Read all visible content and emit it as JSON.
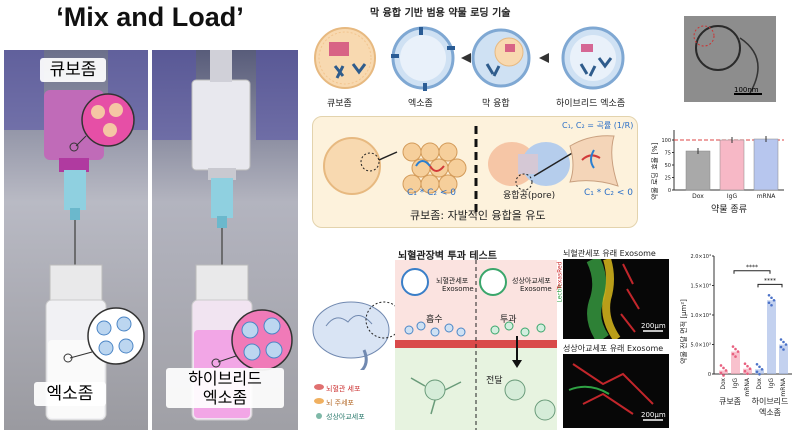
{
  "left": {
    "title": "‘Mix and Load’",
    "photo1_label": "큐보좀",
    "photo1_bottom": "엑소좀",
    "photo2_bottom_line1": "하이브리드",
    "photo2_bottom_line2": "엑소좀"
  },
  "top": {
    "title": "막 융합 기반 범용 약물 로딩 기술",
    "labels": [
      "큐보좀",
      "엑소좀",
      "막 융합",
      "하이브리드 엑소좀"
    ],
    "em_scale": "100nm"
  },
  "mechanism": {
    "left_eq": "C₁ * C₂ < 0",
    "pore_label": "융합공(pore)",
    "curv_label": "C₁, C₂ = 곡률 (1/R)",
    "right_eq": "C₁ * C₂ < 0",
    "caption": "큐보좀: 자발적인 융합을 유도"
  },
  "chart_data": [
    {
      "type": "bar",
      "ylabel": "약물 로딩 효율 [%]",
      "xlabel": "약물 종류",
      "categories": [
        "Dox",
        "IgG",
        "mRNA"
      ],
      "values": [
        78,
        100,
        102
      ],
      "ylim": [
        0,
        100
      ],
      "yticks": [
        "0",
        "25",
        "50",
        "75",
        "100"
      ],
      "colors": [
        "#a9a9a9",
        "#f7b8c6",
        "#b7c6ee"
      ]
    },
    {
      "type": "bar",
      "ylabel": "약물 전달 면적 [µm²]",
      "categories": [
        "Dox",
        "IgG",
        "mRNA",
        "Dox",
        "IgG",
        "mRNA"
      ],
      "groups": [
        "큐보좀",
        "하이브리드 엑소좀"
      ],
      "values": [
        0.6,
        3.8,
        0.9,
        0.8,
        12.5,
        5.0
      ],
      "ylim": [
        0,
        20
      ],
      "yticks": [
        "0",
        "5.0×10³",
        "1.0×10⁴",
        "1.5×10⁴",
        "2.0×10⁴"
      ],
      "significance": [
        "****",
        "****"
      ]
    }
  ],
  "bbb": {
    "title": "뇌혈관장벽 투과 테스트",
    "box1_line1": "뇌혈관세포",
    "box1_line2": "Exosome",
    "box2_line1": "성상아교세포",
    "box2_line2": "Exosome",
    "absorb": "흡수",
    "penetrate": "투과",
    "deliver": "전달",
    "legend": [
      "뇌혈관 세포",
      "뇌 주세포",
      "성상아교세포"
    ]
  },
  "micrographs": {
    "top_title": "뇌혈관세포 유래 Exosome",
    "bottom_title": "성상아교세포 유래 Exosome",
    "scale": "200µm",
    "side_label_1": "Lectin",
    "side_label_2": "TexasRed"
  }
}
